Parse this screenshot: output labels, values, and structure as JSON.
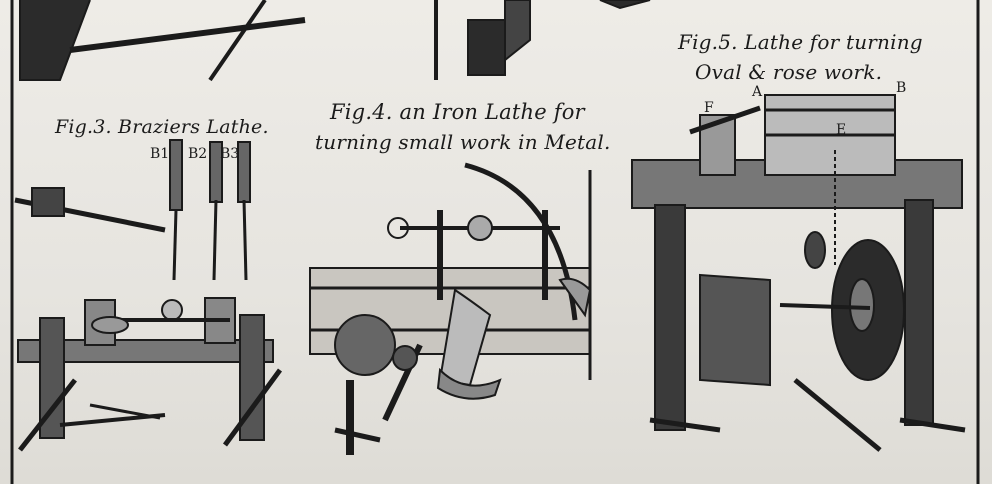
{
  "captions": {
    "fig3": "Fig.3. Braziers Lathe.",
    "fig4_line1": "Fig.4. an Iron Lathe for",
    "fig4_line2": "turning small work in Metal.",
    "fig5_line1": "Fig.5. Lathe for turning",
    "fig5_line2": "Oval & rose work."
  },
  "labels": {
    "b1": "B1",
    "b2": "B2",
    "b3": "B3",
    "a": "A",
    "b": "B",
    "e": "E",
    "f": "F"
  },
  "colors": {
    "paper": "#e9e7e2",
    "ink": "#1b1b1b"
  }
}
